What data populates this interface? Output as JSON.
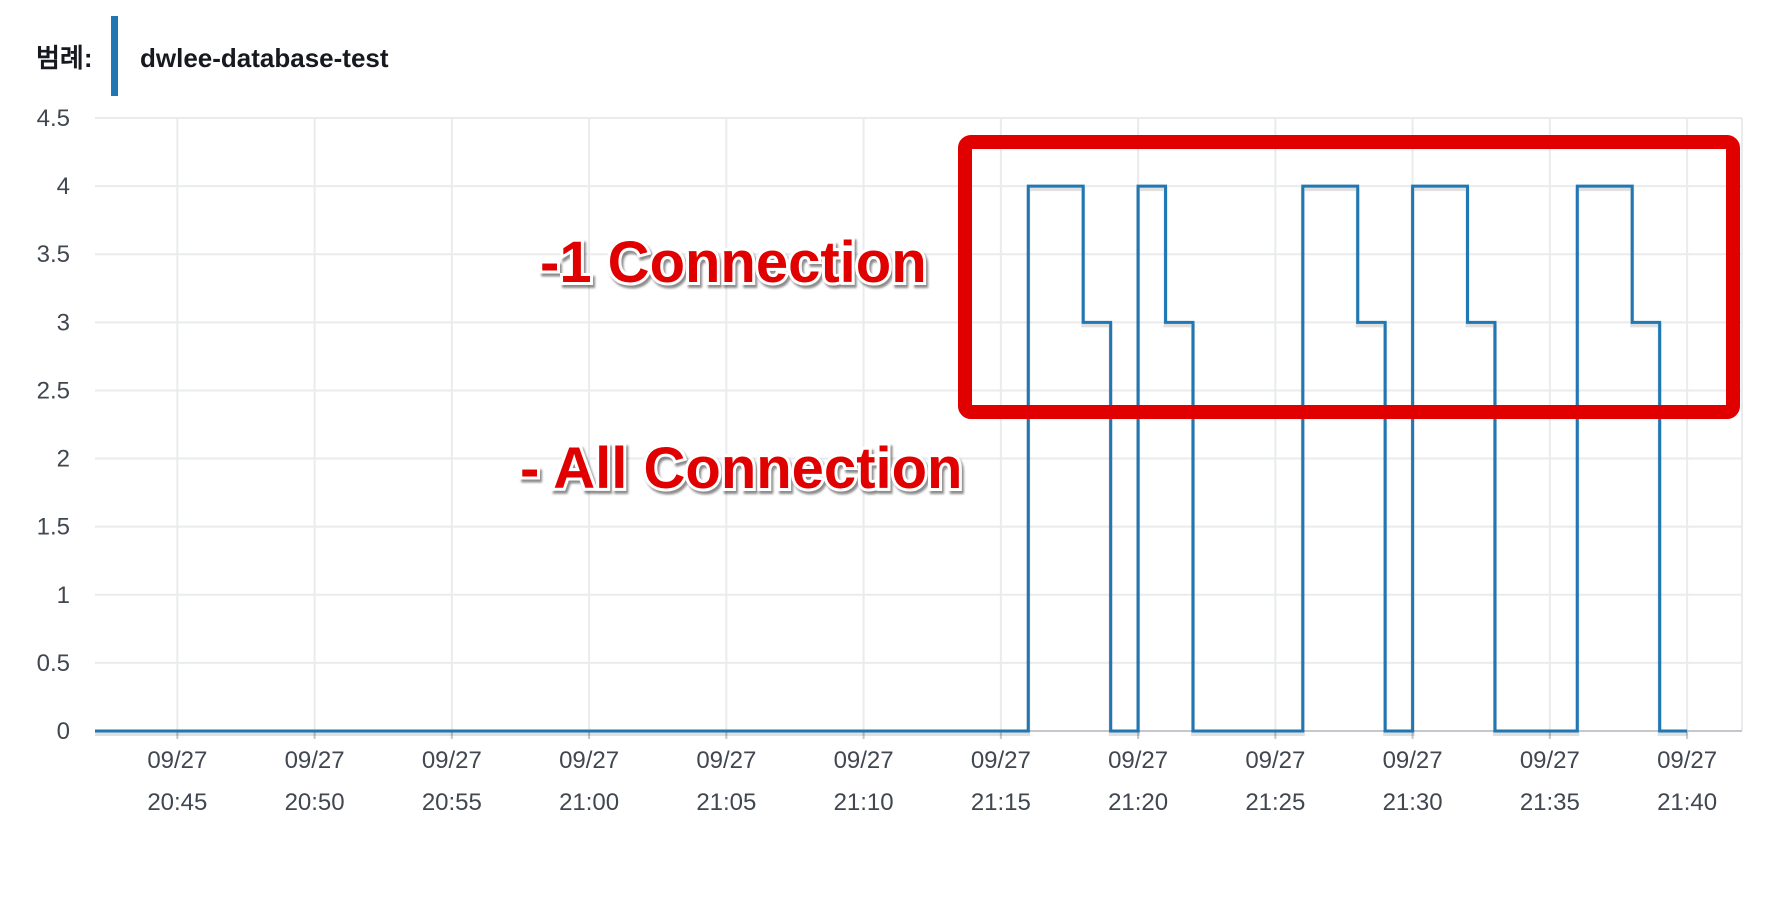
{
  "legend": {
    "title": "범례:",
    "entries": [
      {
        "name": "dwlee-database-test",
        "color": "#1f77b4"
      }
    ]
  },
  "annotations": [
    "-1 Connection",
    "- All Connection"
  ],
  "highlight_color": "#e00000",
  "chart_data": {
    "type": "line",
    "step": true,
    "title": "",
    "xlabel": "",
    "ylabel": "",
    "ylim": [
      0,
      4.5
    ],
    "xlim": [
      "20:42",
      "21:42"
    ],
    "yticks": [
      0,
      0.5,
      1,
      1.5,
      2,
      2.5,
      3,
      3.5,
      4,
      4.5
    ],
    "xticks": [
      {
        "date": "09/27",
        "time": "20:45"
      },
      {
        "date": "09/27",
        "time": "20:50"
      },
      {
        "date": "09/27",
        "time": "20:55"
      },
      {
        "date": "09/27",
        "time": "21:00"
      },
      {
        "date": "09/27",
        "time": "21:05"
      },
      {
        "date": "09/27",
        "time": "21:10"
      },
      {
        "date": "09/27",
        "time": "21:15"
      },
      {
        "date": "09/27",
        "time": "21:20"
      },
      {
        "date": "09/27",
        "time": "21:25"
      },
      {
        "date": "09/27",
        "time": "21:30"
      },
      {
        "date": "09/27",
        "time": "21:35"
      },
      {
        "date": "09/27",
        "time": "21:40"
      }
    ],
    "grid": true,
    "series": [
      {
        "name": "dwlee-database-test",
        "color": "#1f77b4",
        "points": [
          {
            "x": "20:42",
            "y": 0
          },
          {
            "x": "21:16",
            "y": 4
          },
          {
            "x": "21:18",
            "y": 3
          },
          {
            "x": "21:19",
            "y": 0
          },
          {
            "x": "21:20",
            "y": 4
          },
          {
            "x": "21:21",
            "y": 3
          },
          {
            "x": "21:22",
            "y": 0
          },
          {
            "x": "21:26",
            "y": 4
          },
          {
            "x": "21:28",
            "y": 3
          },
          {
            "x": "21:29",
            "y": 0
          },
          {
            "x": "21:30",
            "y": 4
          },
          {
            "x": "21:32",
            "y": 3
          },
          {
            "x": "21:33",
            "y": 0
          },
          {
            "x": "21:36",
            "y": 4
          },
          {
            "x": "21:38",
            "y": 3
          },
          {
            "x": "21:39",
            "y": 0
          },
          {
            "x": "21:40",
            "y": 0
          }
        ]
      }
    ]
  }
}
